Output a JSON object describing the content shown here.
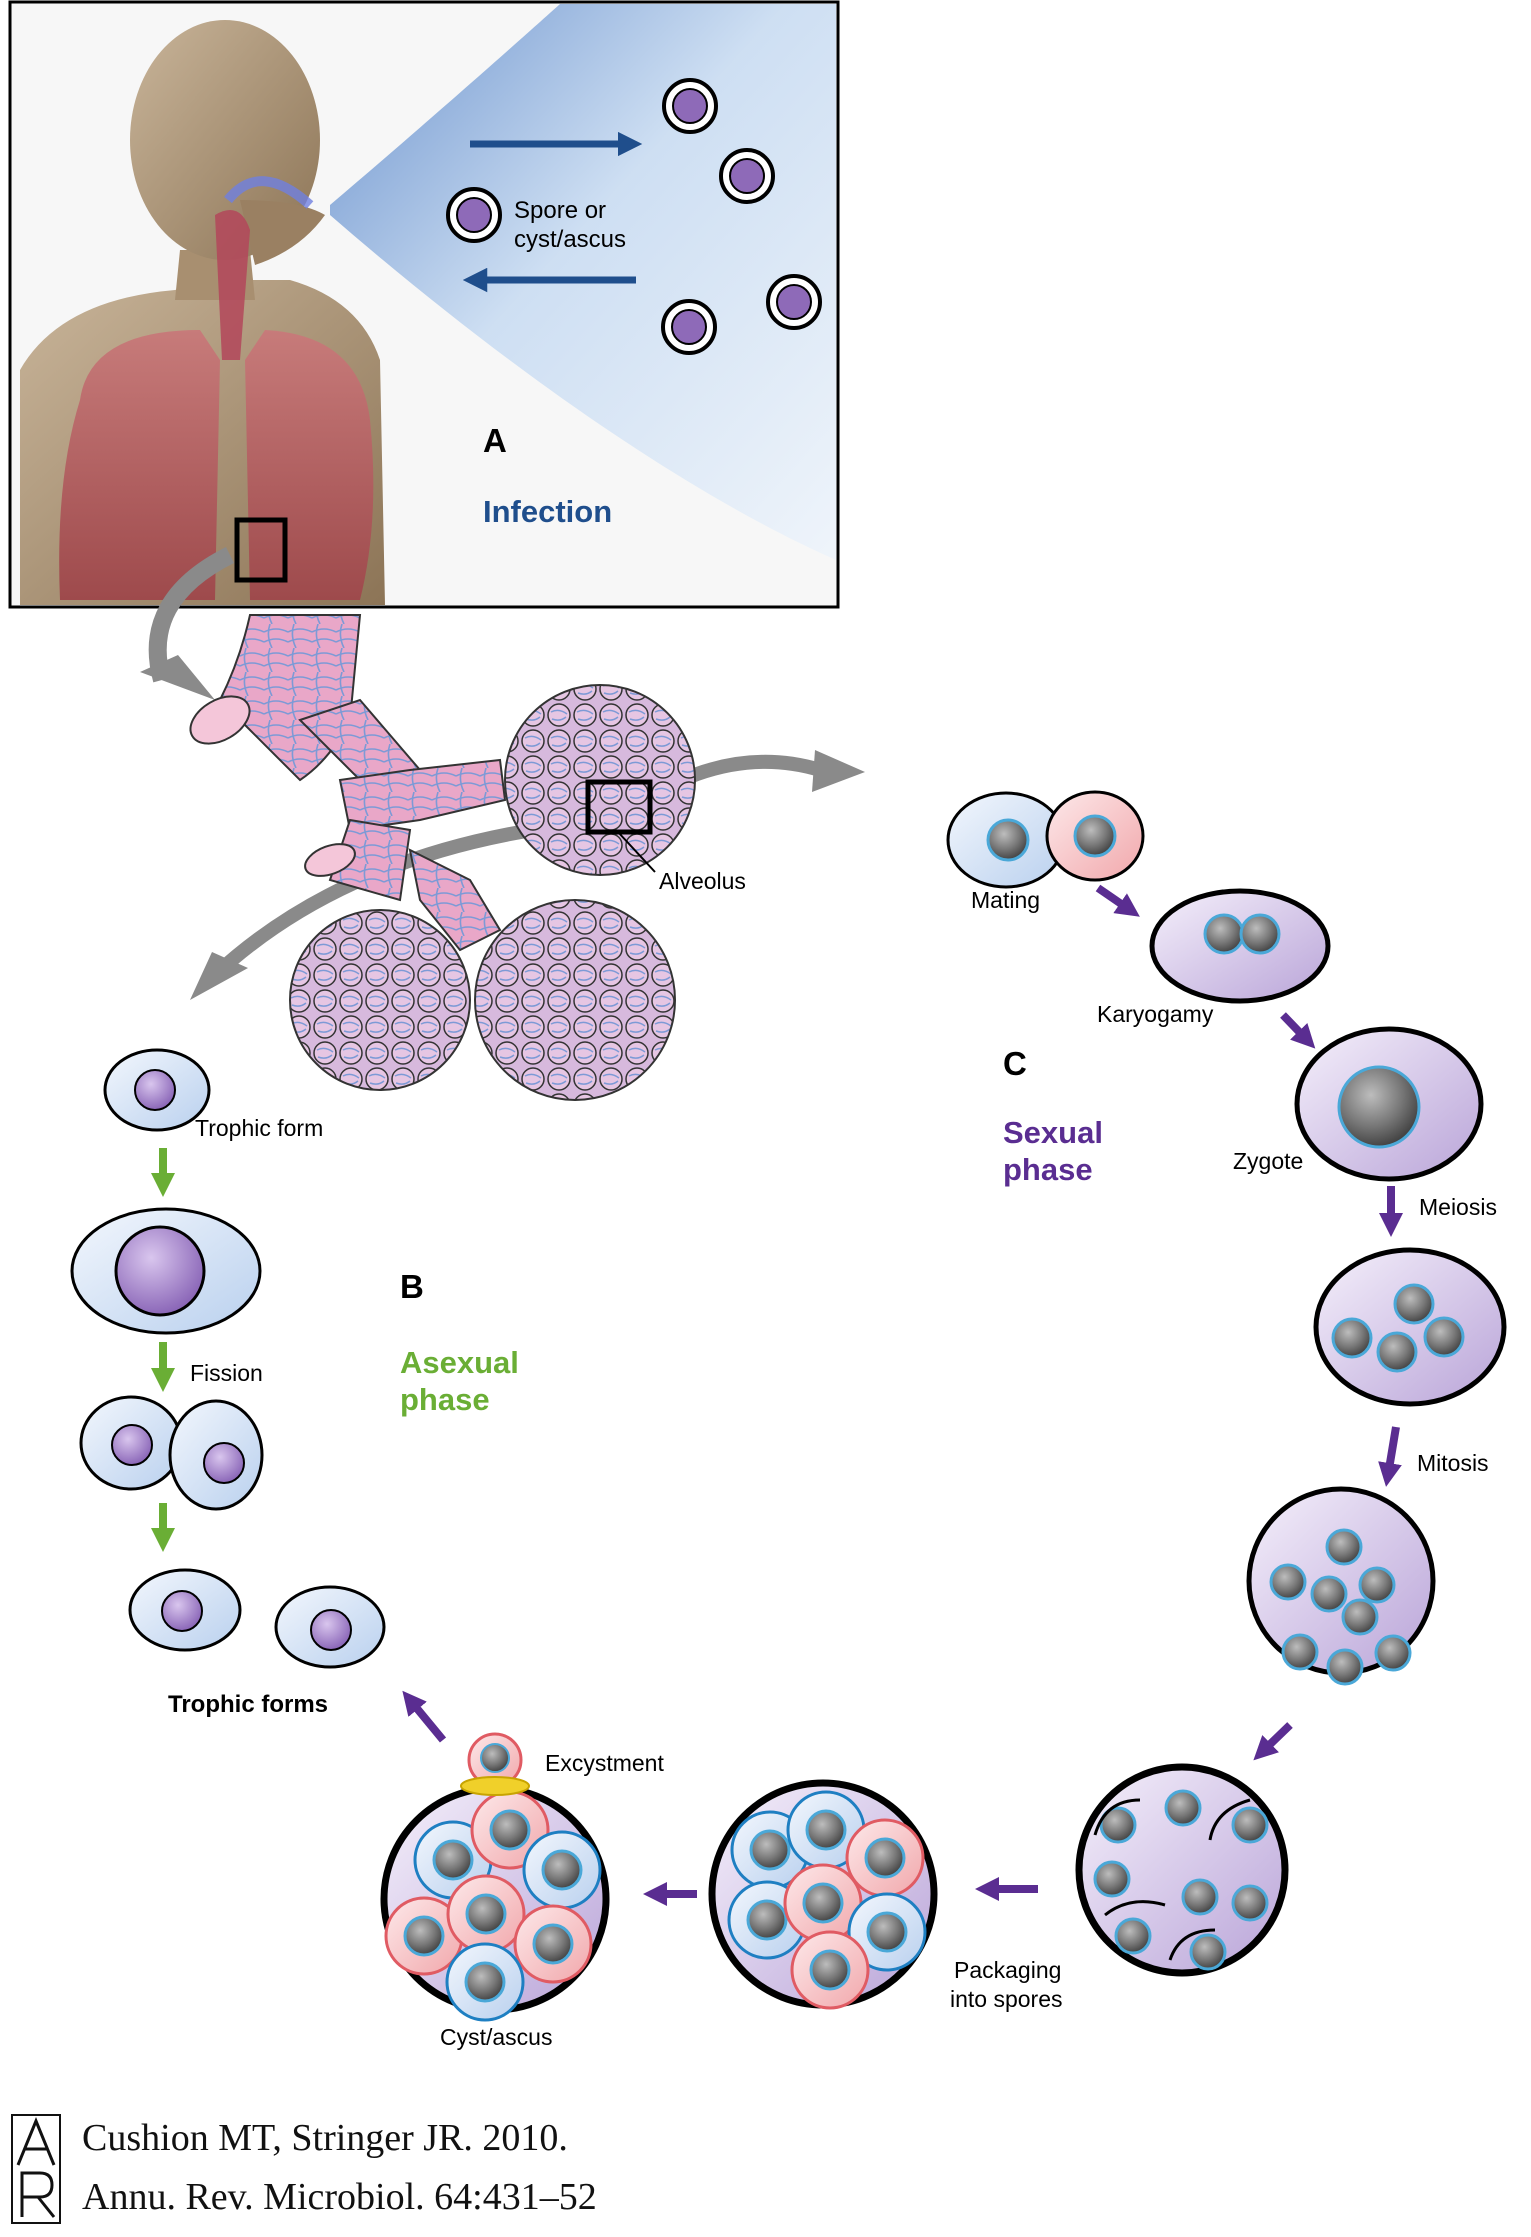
{
  "panel_a": {
    "letter": "A",
    "title": "Infection",
    "spore_label_line1": "Spore or",
    "spore_label_line2": "cyst/ascus"
  },
  "lung": {
    "alveolus_label": "Alveolus"
  },
  "panel_b": {
    "letter": "B",
    "title_line1": "Asexual",
    "title_line2": "phase",
    "trophic_form_label": "Trophic form",
    "fission_label": "Fission",
    "trophic_forms_label": "Trophic forms"
  },
  "panel_c": {
    "letter": "C",
    "title_line1": "Sexual",
    "title_line2": "phase",
    "mating_label": "Mating",
    "karyogamy_label": "Karyogamy",
    "zygote_label": "Zygote",
    "meiosis_label": "Meiosis",
    "mitosis_label": "Mitosis",
    "packaging_line1": "Packaging",
    "packaging_line2": "into spores",
    "cyst_ascus_label": "Cyst/ascus",
    "excystment_label": "Excystment"
  },
  "citation": {
    "logo_text": "AR",
    "line1": "Cushion MT, Stringer JR. 2010.",
    "line2": "Annu. Rev. Microbiol. 64:431–52"
  },
  "colors": {
    "infection_blue": "#1f4e8c",
    "asexual_green": "#6aae35",
    "sexual_purple": "#5a2d91",
    "arrow_gray": "#8a8a8a"
  }
}
